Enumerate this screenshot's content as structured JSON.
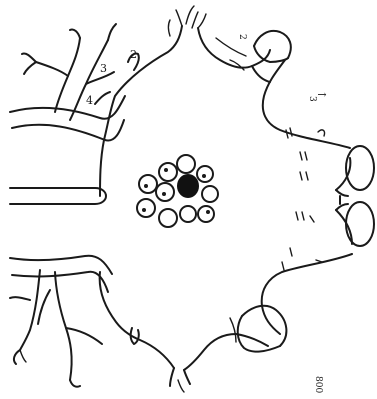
{
  "figure": {
    "labels": {
      "branch_top_left_a": "3",
      "branch_top_left_b": "4",
      "process_top_mark": "2",
      "orientation_mark": "↑",
      "bottom_right_mark": "800",
      "side_mark_1": "3",
      "side_mark_2": "2"
    }
  }
}
